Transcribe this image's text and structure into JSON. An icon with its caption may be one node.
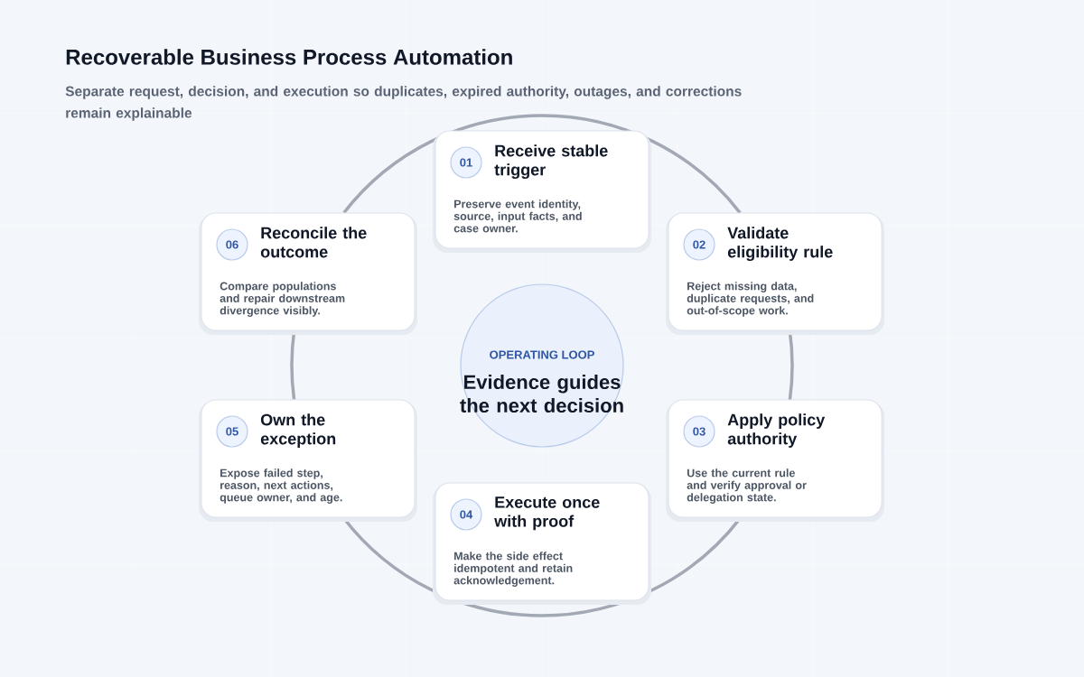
{
  "diagram": {
    "title": "Recoverable Business Process Automation",
    "caption": "Separate request, decision, and execution so duplicates, expired authority, outages, and corrections remain explainable",
    "nodes": [
      {
        "text": [
          "Receive stable trigger",
          "Preserve event identity, source, input facts, and case owner."
        ]
      },
      {
        "text": [
          "01"
        ],
        "in": 0
      },
      {
        "text": [
          "Validate eligibility rule",
          "Reject missing data, duplicate requests, and out-of-scope work."
        ]
      },
      {
        "text": [
          "02"
        ],
        "in": 2
      },
      {
        "text": [
          "Apply policy authority",
          "Use the current rule and verify approval or delegation state."
        ]
      },
      {
        "text": [
          "03"
        ],
        "in": 4
      },
      {
        "text": [
          "Execute once with proof",
          "Make the side effect idempotent and retain acknowledgement."
        ]
      },
      {
        "text": [
          "04"
        ],
        "in": 6
      },
      {
        "text": [
          "Own the exception",
          "Expose failed step, reason, next actions, queue owner, and age."
        ]
      },
      {
        "text": [
          "05"
        ],
        "in": 8
      },
      {
        "text": [
          "Reconcile the outcome",
          "Compare populations and repair downstream divergence visibly."
        ]
      },
      {
        "text": [
          "06"
        ],
        "in": 10
      },
      {
        "text": [
          "OPERATING LOOP",
          "Evidence guides the next decision"
        ]
      }
    ],
    "edges": [
      {
        "from": 0,
        "to": 2,
        "arrow": "none"
      },
      {
        "from": 2,
        "to": 4,
        "arrow": "none"
      },
      {
        "from": 4,
        "to": 6,
        "arrow": "none"
      },
      {
        "from": 6,
        "to": 8,
        "arrow": "none"
      },
      {
        "from": 8,
        "to": 10,
        "arrow": "none"
      },
      {
        "from": 10,
        "to": 0,
        "arrow": "none"
      }
    ]
  }
}
